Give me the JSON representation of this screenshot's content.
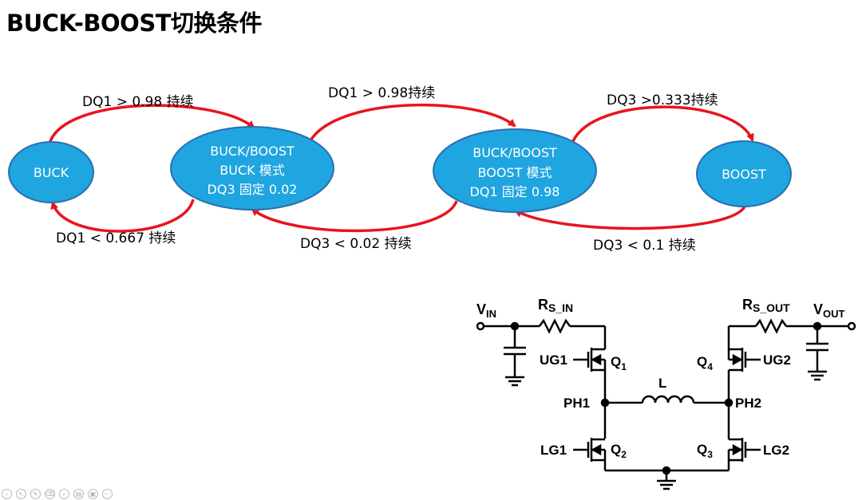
{
  "slide": {
    "title": "BUCK-BOOST切换条件"
  },
  "states": {
    "buck": {
      "lines": [
        "BUCK"
      ]
    },
    "bb_buck": {
      "lines": [
        "BUCK/BOOST",
        "BUCK 模式",
        "DQ3 固定 0.02"
      ]
    },
    "bb_boost": {
      "lines": [
        "BUCK/BOOST",
        "BOOST 模式",
        "DQ1 固定 0.98"
      ]
    },
    "boost": {
      "lines": [
        "BOOST"
      ]
    }
  },
  "transitions": {
    "buck_to_bbbuck": "DQ1 > 0.98 持续",
    "bbbuck_to_bbboost": "DQ1 > 0.98持续",
    "bbboost_to_boost": "DQ3 >0.333持续",
    "bbbuck_to_buck": "DQ1 < 0.667 持续",
    "bbboost_to_bbbuck": "DQ3 < 0.02 持续",
    "boost_to_bbboost": "DQ3 < 0.1 持续"
  },
  "schematic": {
    "vin_main": "V",
    "vin_sub": "IN",
    "vout_main": "V",
    "vout_sub": "OUT",
    "rs_in_main": "R",
    "rs_in_sub": "S_IN",
    "rs_out_main": "R",
    "rs_out_sub": "S_OUT",
    "ug1": "UG1",
    "ug2": "UG2",
    "lg1": "LG1",
    "lg2": "LG2",
    "q1_main": "Q",
    "q1_sub": "1",
    "q2_main": "Q",
    "q2_sub": "2",
    "q3_main": "Q",
    "q3_sub": "3",
    "q4_main": "Q",
    "q4_sub": "4",
    "ph1": "PH1",
    "ph2": "PH2",
    "l": "L"
  },
  "colors": {
    "state_fill": "#1fa5e0",
    "state_stroke": "#2a6fb0",
    "arrow": "#e8141e"
  },
  "toolbar": {
    "icons": [
      "previous-icon",
      "pointer-icon",
      "pen-icon",
      "highlighter-icon",
      "zoom-icon",
      "slides-icon",
      "subtitles-icon",
      "more-icon"
    ]
  }
}
